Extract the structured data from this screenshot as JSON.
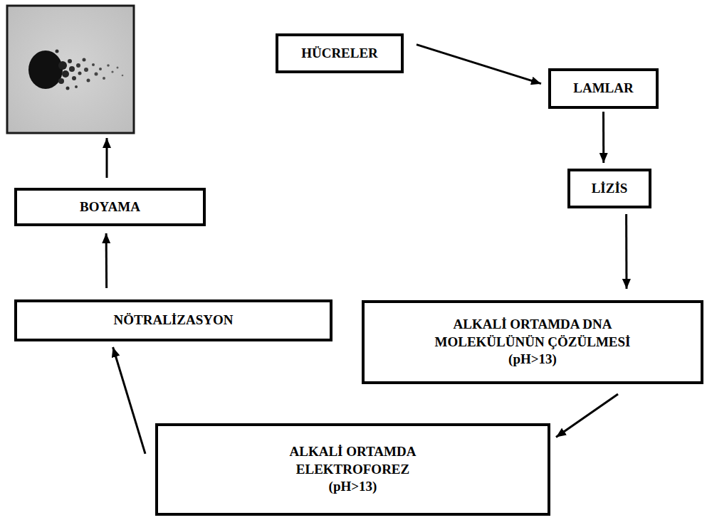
{
  "diagram": {
    "nodes": [
      {
        "text": [
          "HÜCRELER"
        ]
      },
      {
        "text": [
          "LAMLAR"
        ]
      },
      {
        "text": [
          "LİZİS"
        ]
      },
      {
        "text": [
          "ALKALİ ORTAMDA DNA MOLEKÜLÜNÜN ÇÖZÜLMESİ",
          "(pH>13)"
        ]
      },
      {
        "text": [
          "ALKALİ ORTAMDA ELEKTROFOREZ",
          "(pH>13)"
        ]
      },
      {
        "text": [
          "NÖTRALİZASYON"
        ]
      },
      {
        "text": [
          "BOYAMA"
        ]
      }
    ],
    "edges": [
      {
        "from": 0,
        "to": 1,
        "arrow": "to"
      },
      {
        "from": 1,
        "to": 2,
        "arrow": "to"
      },
      {
        "from": 2,
        "to": 3,
        "arrow": "to"
      },
      {
        "from": 3,
        "to": 4,
        "arrow": "to"
      },
      {
        "from": 4,
        "to": 5,
        "arrow": "to"
      },
      {
        "from": 5,
        "to": 6,
        "arrow": "to"
      }
    ]
  }
}
